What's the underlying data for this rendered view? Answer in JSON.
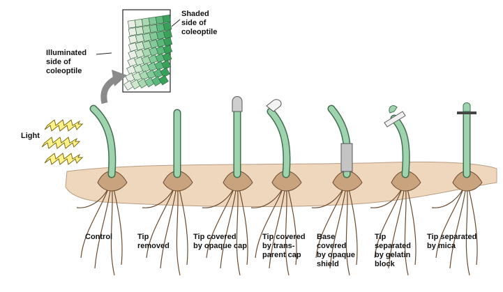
{
  "light_label": "Light",
  "inset": {
    "shaded_label": "Shaded\nside of\ncoleoptile",
    "illuminated_label": "Illuminated\nside of\ncoleoptile"
  },
  "experiments": [
    {
      "key": "control",
      "label": "Control"
    },
    {
      "key": "tip-removed",
      "label": "Tip\nremoved"
    },
    {
      "key": "opaque-cap",
      "label": "Tip covered\nby opaque cap"
    },
    {
      "key": "transparent-cap",
      "label": "Tip covered\nby trans-\nparent cap"
    },
    {
      "key": "base-shield",
      "label": "Base\ncovered\nby opaque\nshield"
    },
    {
      "key": "gelatin",
      "label": "Tip\nseparated\nby gelatin\nblock"
    },
    {
      "key": "mica",
      "label": "Tip separated\nby mica"
    }
  ],
  "colors": {
    "coleoptile": "#9fd3ae",
    "coleoptile_edge": "#3f6f4e",
    "soil": "#efd7bd",
    "root": "#c9a27e",
    "light_bolt": "#fff38a",
    "arrow": "#8a8a8a",
    "cell_dark": "#3aa15a",
    "cell_light": "#e7efe4"
  },
  "icons": {
    "light": "lightning-bolt-icon",
    "arrow": "curved-arrow-icon"
  }
}
